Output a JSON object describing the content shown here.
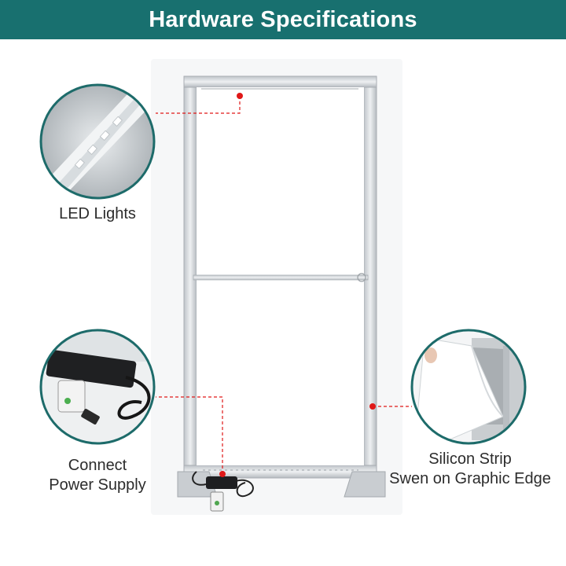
{
  "header": {
    "title": "Hardware Specifications",
    "background": "#18706f",
    "text_color": "#ffffff"
  },
  "callouts": [
    {
      "id": "led",
      "lines": [
        "LED Lights"
      ],
      "icon": "led-strip-closeup"
    },
    {
      "id": "power",
      "lines": [
        "Connect",
        "Power Supply"
      ],
      "icon": "power-adapter-closeup"
    },
    {
      "id": "silicon",
      "lines": [
        "Silicon Strip",
        "Swen on Graphic Edge"
      ],
      "icon": "silicon-edge-closeup"
    }
  ],
  "colors": {
    "ring": "#1d6b6a",
    "leader_dot": "#e01818",
    "frame": "#cfd3d7"
  }
}
